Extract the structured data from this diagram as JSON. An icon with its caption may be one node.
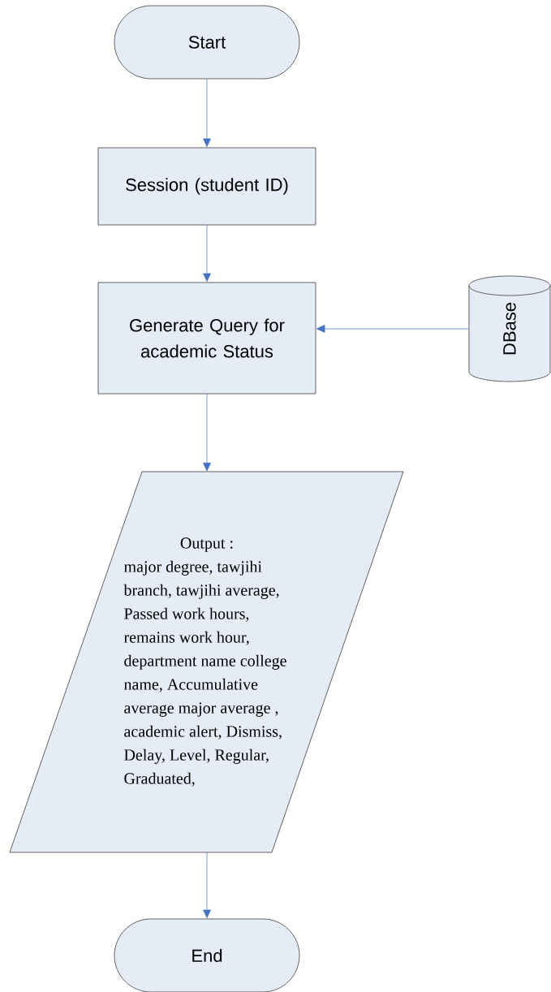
{
  "diagram": {
    "nodes": [
      {
        "text": [
          "Start"
        ]
      },
      {
        "text": [
          "Session (student ID)"
        ]
      },
      {
        "text": [
          "Generate Query for academic Status"
        ]
      },
      {
        "text": [
          "DBase"
        ]
      },
      {
        "text": [
          "Output :",
          "major degree, tawjihi branch, tawjihi average, Passed work hours, remains work hour, department name college name, Accumulative average major average , academic alert, Dismiss, Delay, Level, Regular, Graduated,"
        ]
      },
      {
        "text": [
          "End"
        ]
      }
    ],
    "edges": [
      {
        "from": 0,
        "to": 1,
        "arrow": "to"
      },
      {
        "from": 1,
        "to": 2,
        "arrow": "to"
      },
      {
        "from": 3,
        "to": 2,
        "arrow": "to"
      },
      {
        "from": 2,
        "to": 4,
        "arrow": "to"
      },
      {
        "from": 4,
        "to": 5,
        "arrow": "to"
      }
    ]
  }
}
